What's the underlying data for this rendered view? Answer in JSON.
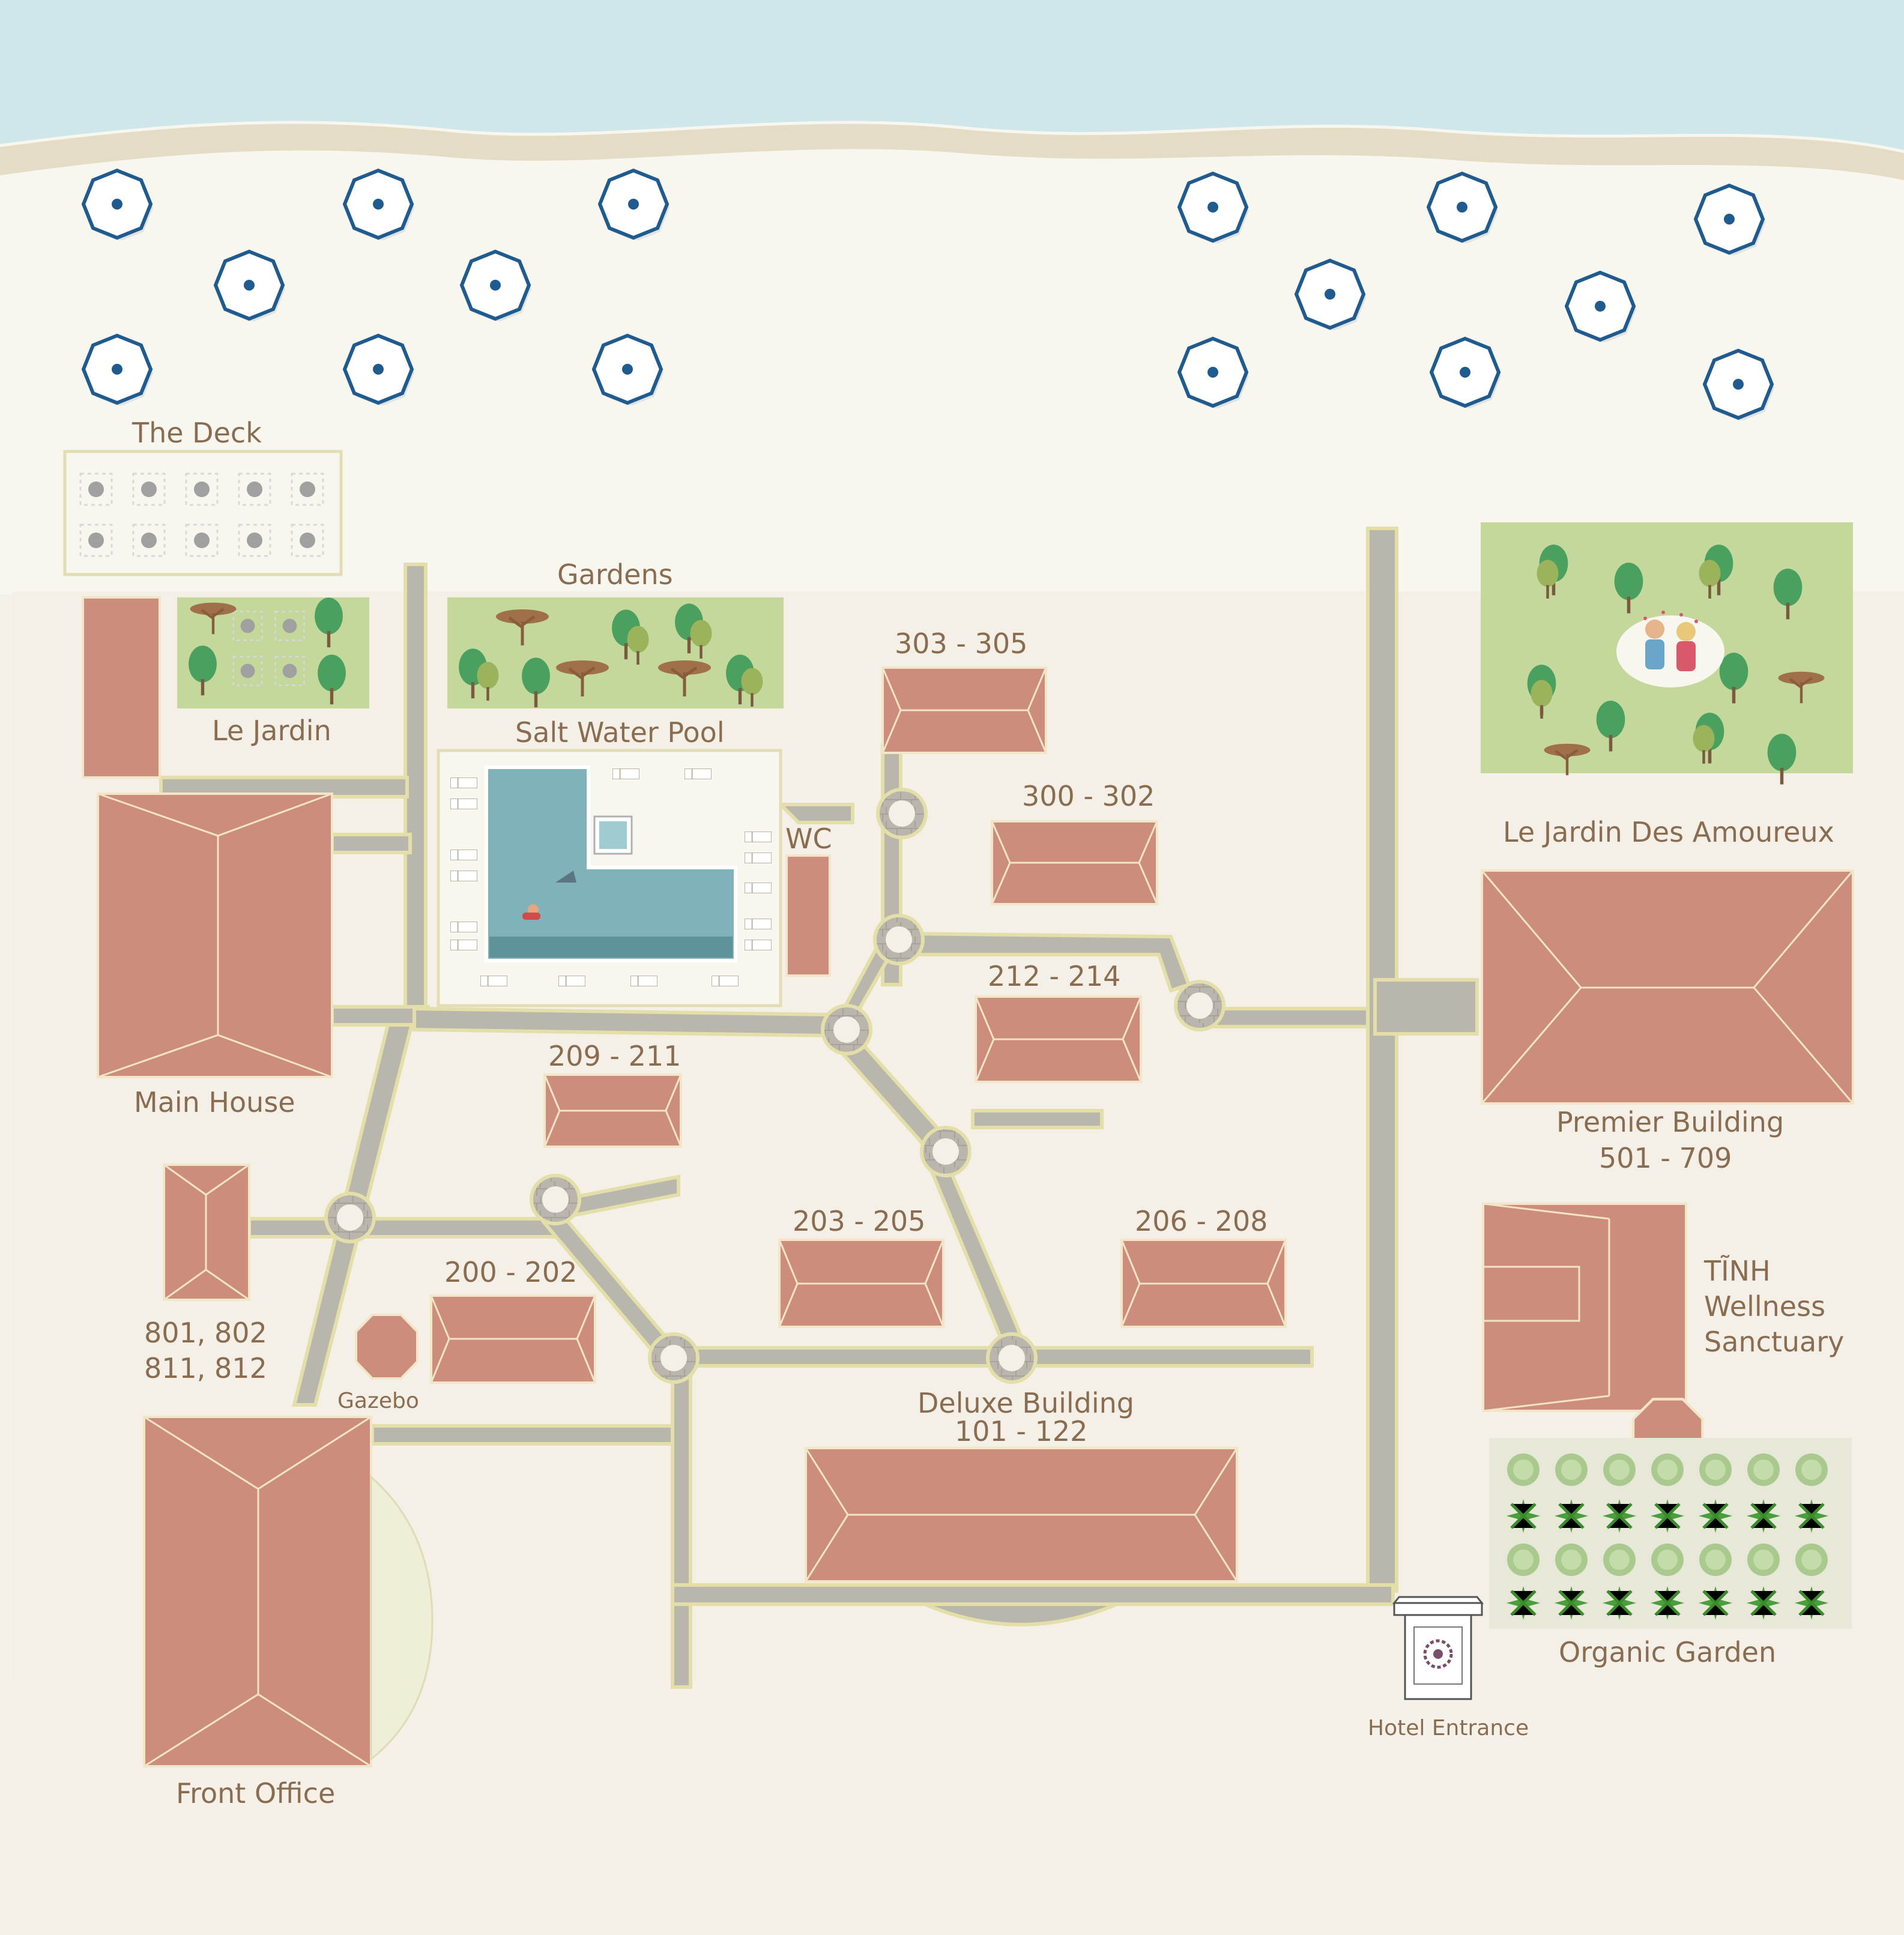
{
  "map": {
    "colors": {
      "sea": "#cfe7ea",
      "sand": "#f8f7ef",
      "ground": "#f5f1e9",
      "building": "#cc8d7c",
      "garden": "#c3d89a",
      "path": "#b9b6ad",
      "pool": "#7fb2ba",
      "label": "#8a6d50",
      "umbrella": "#1f5b8f"
    },
    "labels": {
      "the_deck": "The Deck",
      "gardens": "Gardens",
      "le_jardin": "Le Jardin",
      "salt_water_pool": "Salt Water Pool",
      "le_jardin_des_amoureux": "Le Jardin Des Amoureux",
      "rooms_303_305": "303 - 305",
      "rooms_300_302": "300 - 302",
      "wc": "WC",
      "main_house": "Main House",
      "rooms_212_214": "212 - 214",
      "rooms_209_211": "209 - 211",
      "premier_building": "Premier Building",
      "premier_rooms": "501 - 709",
      "rooms_203_205": "203 - 205",
      "rooms_206_208": "206 - 208",
      "rooms_200_202": "200 - 202",
      "villas_line1": "801, 802",
      "villas_line2": "811, 812",
      "gazebo": "Gazebo",
      "tinh_line1": "TĨNH",
      "tinh_line2": "Wellness",
      "tinh_line3": "Sanctuary",
      "deluxe_building": "Deluxe Building",
      "deluxe_rooms": "101 - 122",
      "organic_garden": "Organic Garden",
      "hotel_entrance": "Hotel Entrance",
      "front_office": "Front Office"
    }
  }
}
